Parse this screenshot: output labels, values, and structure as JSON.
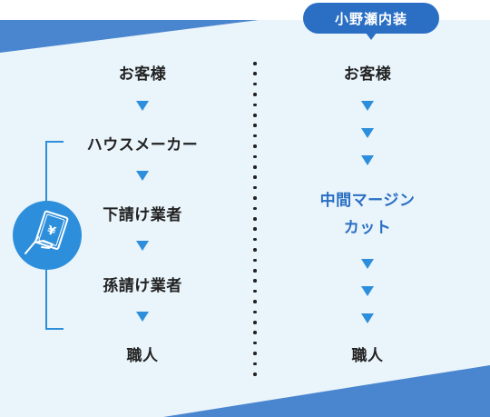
{
  "colors": {
    "background_tint": "#eaf4fb",
    "accent_blue": "#2d8fdc",
    "dark_blue": "#2a6fc4",
    "band_blue": "#4a86cf",
    "text_dark": "#222222"
  },
  "left_column": {
    "steps": [
      "お客様",
      "ハウスメーカー",
      "下請け業者",
      "孫請け業者",
      "職人"
    ]
  },
  "right_column": {
    "badge": "小野瀬内装",
    "steps": [
      "お客様",
      "中間マージン",
      "カット",
      "職人"
    ]
  },
  "icons": {
    "money": "hand-holding-yen-bill-icon"
  }
}
